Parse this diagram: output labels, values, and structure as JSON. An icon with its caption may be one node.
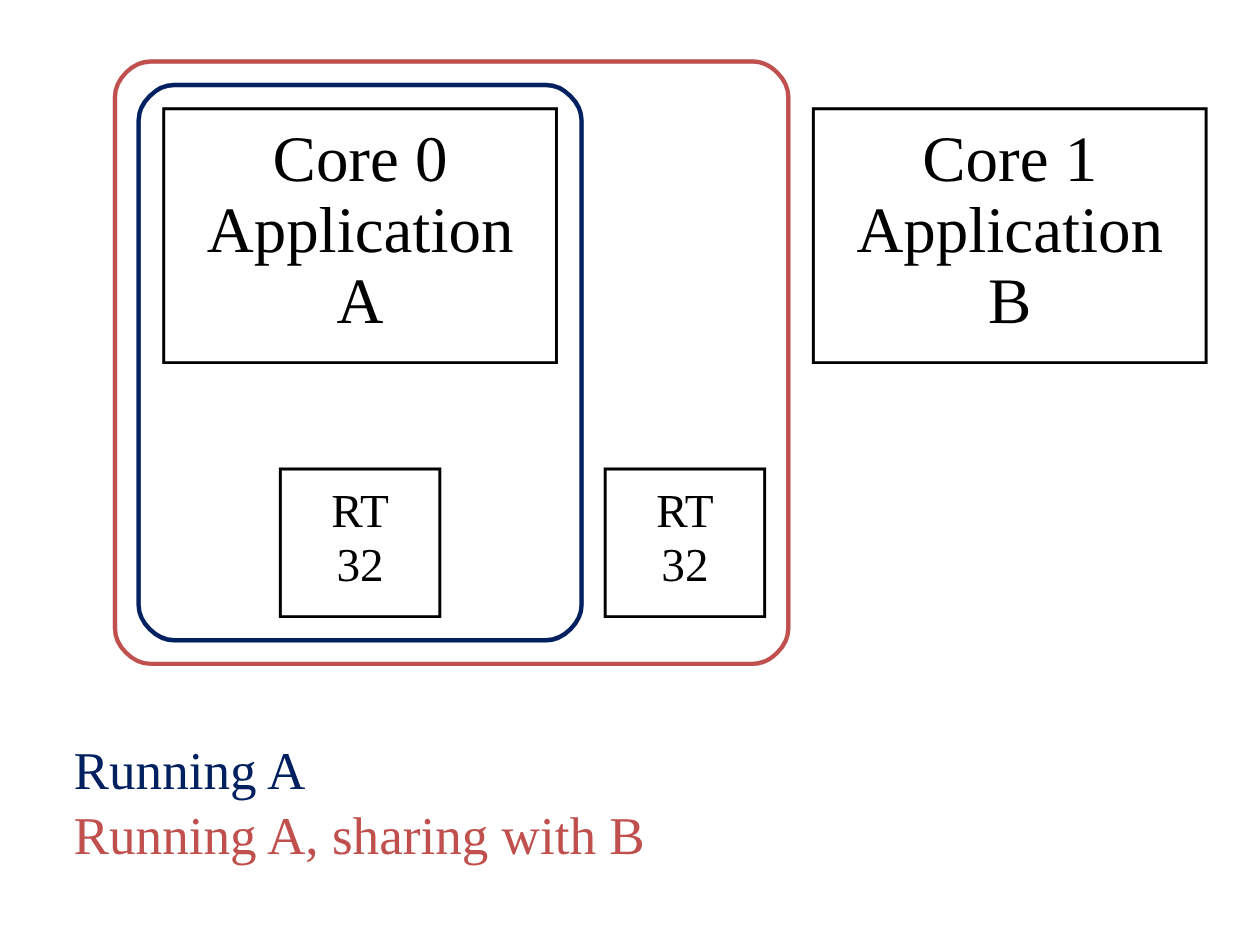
{
  "diagram": {
    "nodes": [
      {
        "text": [],
        "shape": "box"
      },
      {
        "text": [],
        "shape": "box",
        "in": 0
      },
      {
        "text": [
          "Core 0 Application A"
        ],
        "in": 1
      },
      {
        "text": [
          "Core 1 Application B"
        ]
      },
      {
        "text": [
          "RT 32"
        ],
        "in": 1
      },
      {
        "text": [
          "RT 32"
        ],
        "in": 0
      }
    ],
    "legend": [
      {
        "text": "Running A",
        "color": "#002060"
      },
      {
        "text": "Running A, sharing with B",
        "color": "#c0504d"
      }
    ]
  }
}
